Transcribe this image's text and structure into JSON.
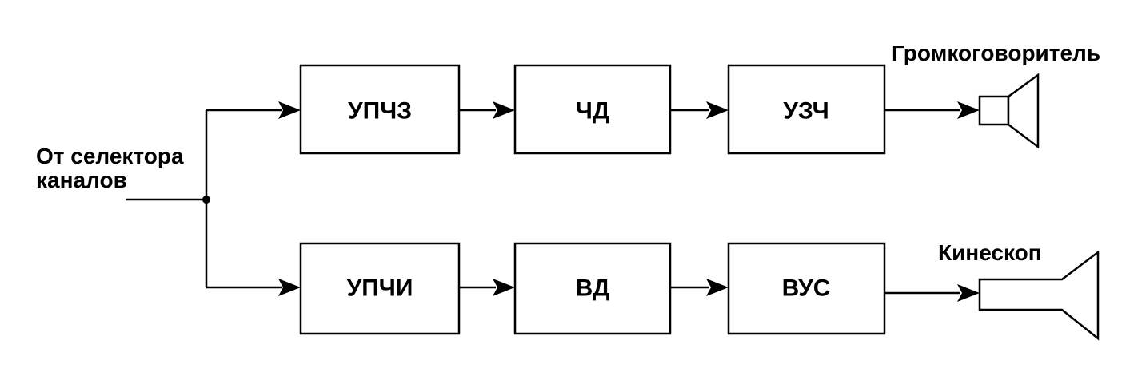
{
  "input": {
    "line1": "От селектора",
    "line2": "каналов"
  },
  "blocks": {
    "upchz": "УПЧЗ",
    "chd": "ЧД",
    "uzch": "УЗЧ",
    "upchi": "УПЧИ",
    "vd": "ВД",
    "vus": "ВУС"
  },
  "outputs": {
    "speaker": "Громкоговоритель",
    "kinescope": "Кинескоп"
  },
  "icons": {
    "speaker": "loudspeaker-icon",
    "kinescope": "crt-tube-icon"
  }
}
